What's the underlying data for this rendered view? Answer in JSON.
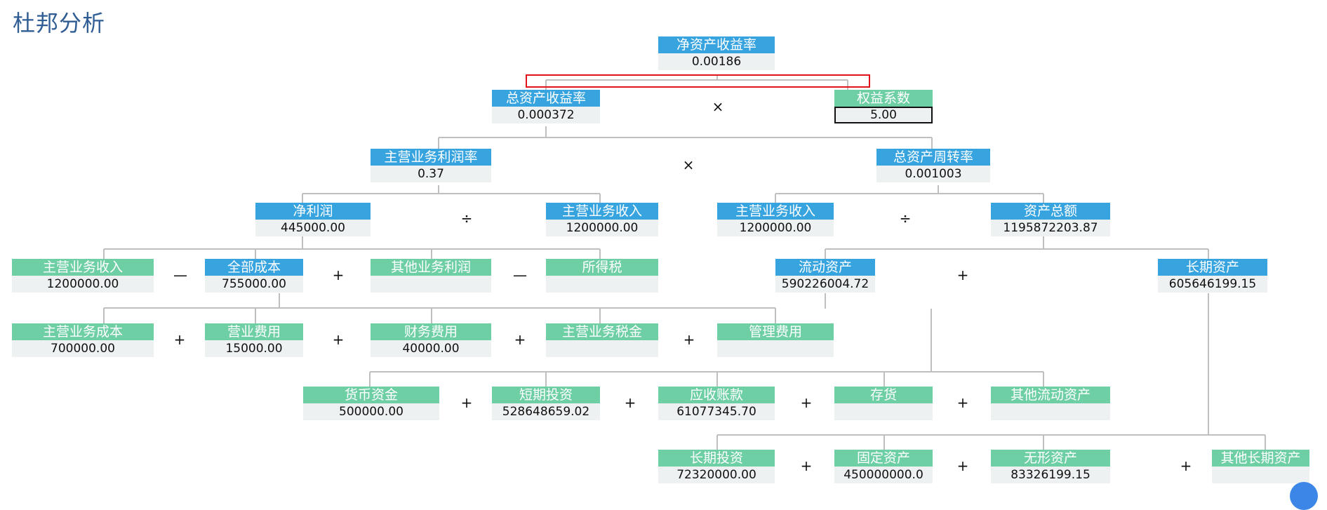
{
  "app": {
    "title": "杜邦分析"
  },
  "colors": {
    "blue": "#37a4e0",
    "green": "#6ecfa5",
    "value_bg": "#edf1f1",
    "line": "#bfbfbf",
    "highlight": "#e0141a"
  },
  "nodes": {
    "roe": {
      "label": "净资产收益率",
      "value": "0.00186"
    },
    "roa": {
      "label": "总资产收益率",
      "value": "0.000372"
    },
    "equity_mult": {
      "label": "权益系数",
      "value": "5.00"
    },
    "profit_margin": {
      "label": "主营业务利润率",
      "value": "0.37"
    },
    "asset_turnover": {
      "label": "总资产周转率",
      "value": "0.001003"
    },
    "net_profit": {
      "label": "净利润",
      "value": "445000.00"
    },
    "revenue_a": {
      "label": "主营业务收入",
      "value": "1200000.00"
    },
    "revenue_b": {
      "label": "主营业务收入",
      "value": "1200000.00"
    },
    "total_assets": {
      "label": "资产总额",
      "value": "1195872203.87"
    },
    "revenue_c": {
      "label": "主营业务收入",
      "value": "1200000.00"
    },
    "total_cost": {
      "label": "全部成本",
      "value": "755000.00"
    },
    "other_profit": {
      "label": "其他业务利润",
      "value": ""
    },
    "income_tax": {
      "label": "所得税",
      "value": ""
    },
    "current_assets": {
      "label": "流动资产",
      "value": "590226004.72"
    },
    "longterm_assets": {
      "label": "长期资产",
      "value": "605646199.15"
    },
    "cost_of_sales": {
      "label": "主营业务成本",
      "value": "700000.00"
    },
    "selling_exp": {
      "label": "营业费用",
      "value": "15000.00"
    },
    "finance_exp": {
      "label": "财务费用",
      "value": "40000.00"
    },
    "sales_tax": {
      "label": "主营业务税金",
      "value": ""
    },
    "admin_exp": {
      "label": "管理费用",
      "value": ""
    },
    "cash": {
      "label": "货币资金",
      "value": "500000.00"
    },
    "short_invest": {
      "label": "短期投资",
      "value": "528648659.02"
    },
    "receivables": {
      "label": "应收账款",
      "value": "61077345.70"
    },
    "inventory": {
      "label": "存货",
      "value": ""
    },
    "other_current": {
      "label": "其他流动资产",
      "value": ""
    },
    "long_invest": {
      "label": "长期投资",
      "value": "72320000.00"
    },
    "fixed_assets": {
      "label": "固定资产",
      "value": "450000000.0"
    },
    "intangibles": {
      "label": "无形资产",
      "value": "83326199.15"
    },
    "other_longterm": {
      "label": "其他长期资产",
      "value": ""
    }
  },
  "operators": {
    "times": "×",
    "divide": "÷",
    "plus": "+",
    "minus": "—"
  }
}
